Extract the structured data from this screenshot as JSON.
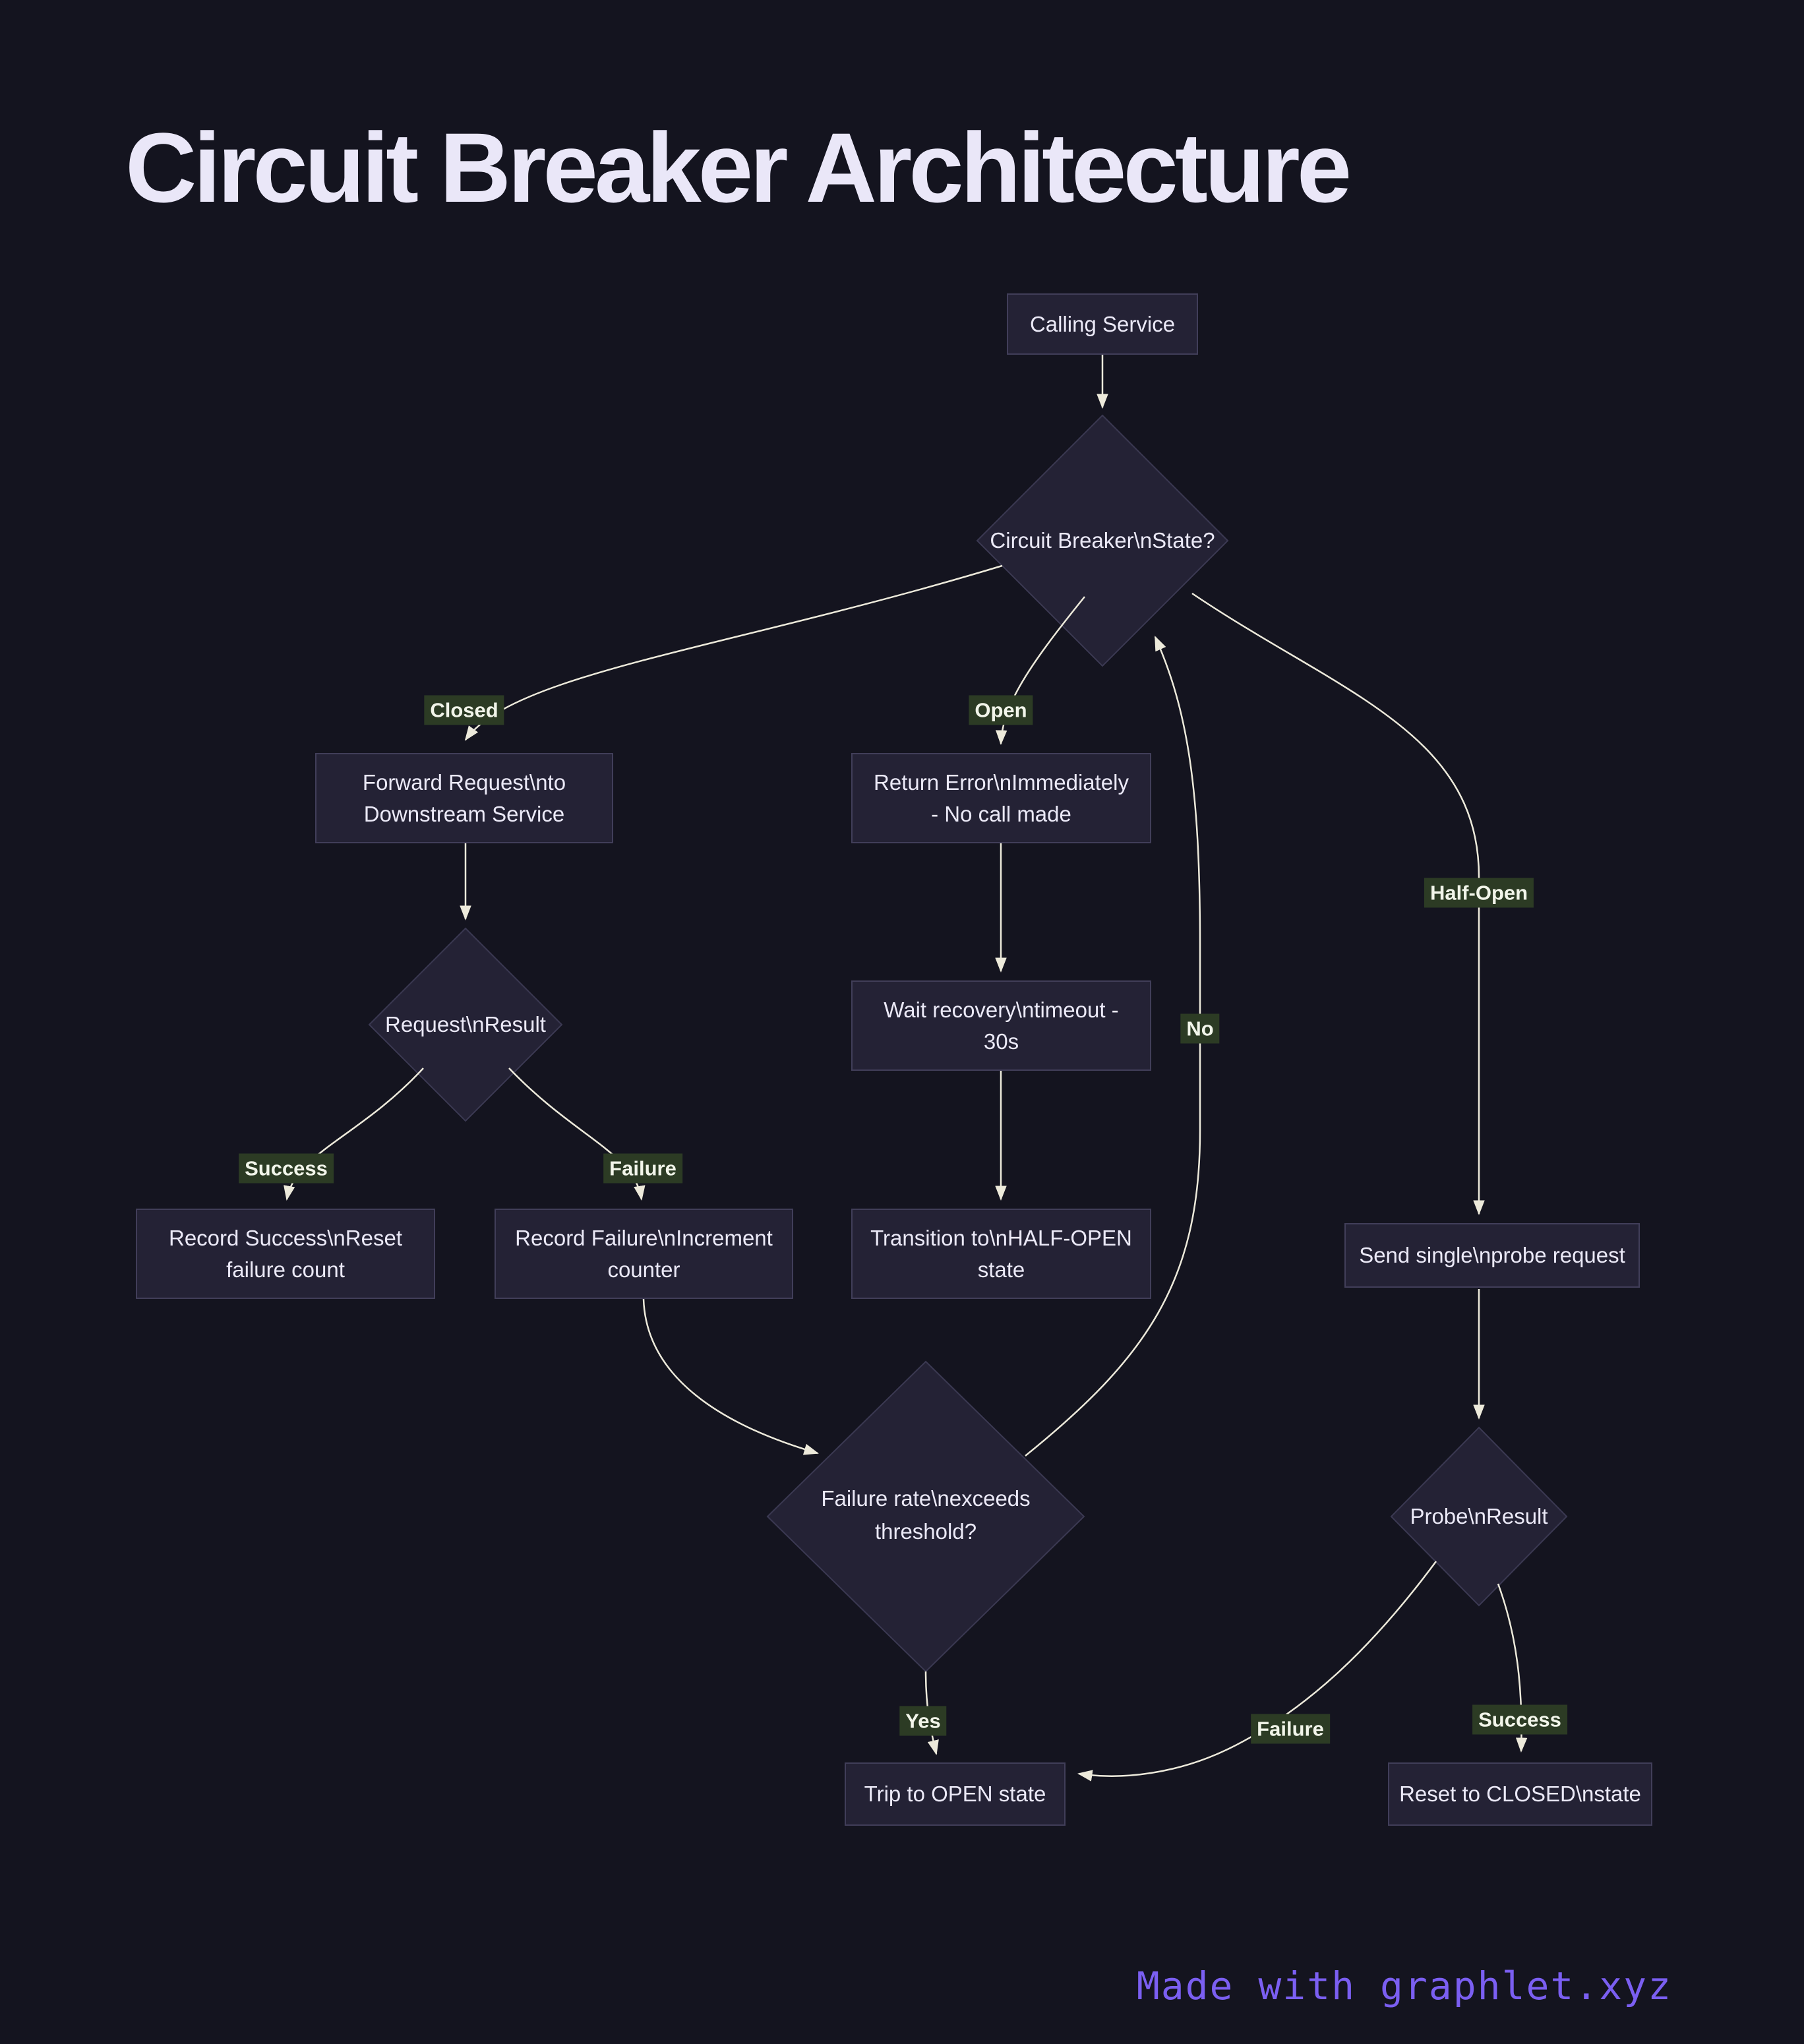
{
  "title": "Circuit Breaker Architecture",
  "footer": {
    "credit": "Made with graphlet.xyz"
  },
  "colors": {
    "background": "#14141F",
    "node_fill": "#242235",
    "node_border": "#413E59",
    "node_text": "#EBE9F7",
    "edge_stroke": "#EDEADB",
    "label_bg": "#2C3B24",
    "label_text": "#F2F5EA",
    "title_text": "#EAE7F8",
    "footer_text": "#7B5FF2"
  },
  "nodes": {
    "calling_service": {
      "label": "Calling Service"
    },
    "circuit_breaker_state": {
      "label": "Circuit Breaker\\nState?"
    },
    "forward_request": {
      "line1": "Forward Request\\nto",
      "line2": "Downstream Service"
    },
    "return_error": {
      "line1": "Return Error\\nImmediately",
      "line2": "- No call made"
    },
    "request_result": {
      "label": "Request\\nResult"
    },
    "record_success": {
      "line1": "Record Success\\nReset",
      "line2": "failure count"
    },
    "record_failure": {
      "line1": "Record Failure\\nIncrement",
      "line2": "counter"
    },
    "wait_recovery": {
      "line1": "Wait recovery\\ntimeout -",
      "line2": "30s"
    },
    "transition_half_open": {
      "line1": "Transition to\\nHALF-OPEN",
      "line2": "state"
    },
    "send_probe": {
      "label": "Send single\\nprobe request"
    },
    "failure_rate": {
      "line1": "Failure rate\\nexceeds",
      "line2": "threshold?"
    },
    "probe_result": {
      "label": "Probe\\nResult"
    },
    "trip_open": {
      "label": "Trip to OPEN state"
    },
    "reset_closed": {
      "label": "Reset to CLOSED\\nstate"
    }
  },
  "edge_labels": {
    "closed": "Closed",
    "open": "Open",
    "half_open": "Half-Open",
    "success": "Success",
    "failure": "Failure",
    "no": "No",
    "yes": "Yes",
    "probe_failure": "Failure",
    "probe_success": "Success"
  },
  "edges": [
    {
      "from": "calling_service",
      "to": "circuit_breaker_state",
      "label": ""
    },
    {
      "from": "circuit_breaker_state",
      "to": "forward_request",
      "label": "Closed"
    },
    {
      "from": "circuit_breaker_state",
      "to": "return_error",
      "label": "Open"
    },
    {
      "from": "circuit_breaker_state",
      "to": "send_probe",
      "label": "Half-Open"
    },
    {
      "from": "forward_request",
      "to": "request_result",
      "label": ""
    },
    {
      "from": "request_result",
      "to": "record_success",
      "label": "Success"
    },
    {
      "from": "request_result",
      "to": "record_failure",
      "label": "Failure"
    },
    {
      "from": "return_error",
      "to": "wait_recovery",
      "label": ""
    },
    {
      "from": "wait_recovery",
      "to": "transition_half_open",
      "label": ""
    },
    {
      "from": "record_failure",
      "to": "failure_rate",
      "label": ""
    },
    {
      "from": "failure_rate",
      "to": "circuit_breaker_state",
      "label": "No"
    },
    {
      "from": "failure_rate",
      "to": "trip_open",
      "label": "Yes"
    },
    {
      "from": "send_probe",
      "to": "probe_result",
      "label": ""
    },
    {
      "from": "probe_result",
      "to": "trip_open",
      "label": "Failure"
    },
    {
      "from": "probe_result",
      "to": "reset_closed",
      "label": "Success"
    }
  ]
}
